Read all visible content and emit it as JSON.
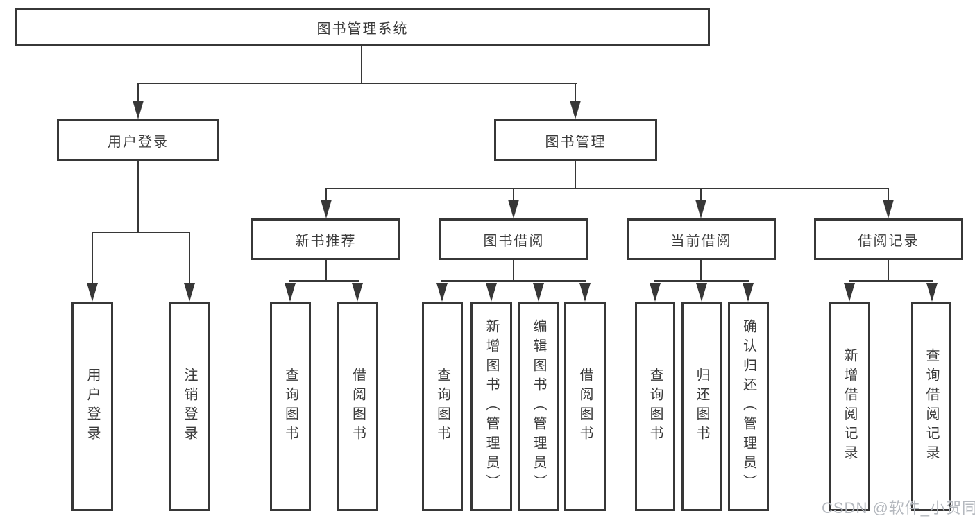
{
  "tree": {
    "root": {
      "label": "图书管理系统",
      "children": [
        {
          "label": "用户登录",
          "children": [
            {
              "label": "用户登录"
            },
            {
              "label": "注销登录"
            }
          ]
        },
        {
          "label": "图书管理",
          "children": [
            {
              "label": "新书推荐",
              "children": [
                {
                  "label": "查询图书"
                },
                {
                  "label": "借阅图书"
                }
              ]
            },
            {
              "label": "图书借阅",
              "children": [
                {
                  "label": "查询图书"
                },
                {
                  "label": "新增图书（管理员）"
                },
                {
                  "label": "编辑图书（管理员）"
                },
                {
                  "label": "借阅图书"
                }
              ]
            },
            {
              "label": "当前借阅",
              "children": [
                {
                  "label": "查询图书"
                },
                {
                  "label": "归还图书"
                },
                {
                  "label": "确认归还（管理员）"
                }
              ]
            },
            {
              "label": "借阅记录",
              "children": [
                {
                  "label": "新增借阅记录"
                },
                {
                  "label": "查询借阅记录"
                }
              ]
            }
          ]
        }
      ]
    }
  },
  "watermark": "CSDN @软件_小贺同学",
  "colors": {
    "line": "#373737",
    "text": "#3b3b3b",
    "background": "#ffffff",
    "watermark": "#b4b8be"
  }
}
